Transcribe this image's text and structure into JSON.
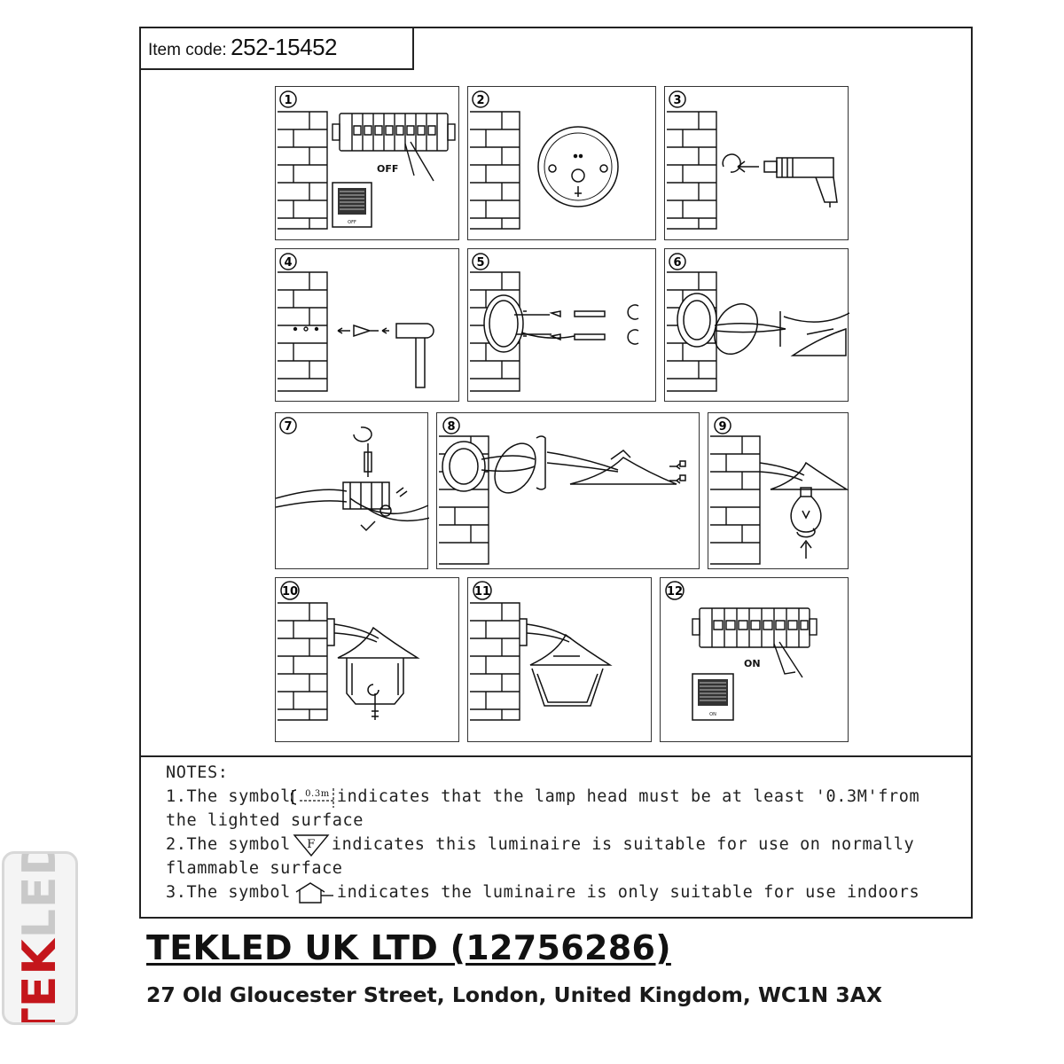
{
  "item_code": {
    "label": "Item code:",
    "value": "252-15452"
  },
  "steps": [
    {
      "num": "1",
      "text": "OFF",
      "sub": "OFF"
    },
    {
      "num": "2"
    },
    {
      "num": "3"
    },
    {
      "num": "4"
    },
    {
      "num": "5"
    },
    {
      "num": "6"
    },
    {
      "num": "7"
    },
    {
      "num": "8"
    },
    {
      "num": "9"
    },
    {
      "num": "10"
    },
    {
      "num": "11"
    },
    {
      "num": "12",
      "text": "ON",
      "sub": "ON"
    }
  ],
  "notes": {
    "heading": "NOTES:",
    "n1_a": "1.The symbol",
    "n1_sym": "0.3m",
    "n1_b": "indicates that the lamp head must be at least '0.3M'from",
    "n1_c": "the lighted surface",
    "n2_a": "2.The symbol",
    "n2_sym": "F",
    "n2_b": "indicates this luminaire is suitable for use on normally",
    "n2_c": "flammable surface",
    "n3_a": "3.The symbol",
    "n3_b": "indicates the luminaire is only suitable for use indoors"
  },
  "company": "TEKLED UK LTD (12756286)",
  "address": "27 Old Gloucester Street, London, United Kingdom, WC1N 3AX",
  "logo": {
    "part_a": "TEK",
    "part_b": "LED",
    "color_a": "#c4161c",
    "color_b": "#c9c9c9"
  }
}
